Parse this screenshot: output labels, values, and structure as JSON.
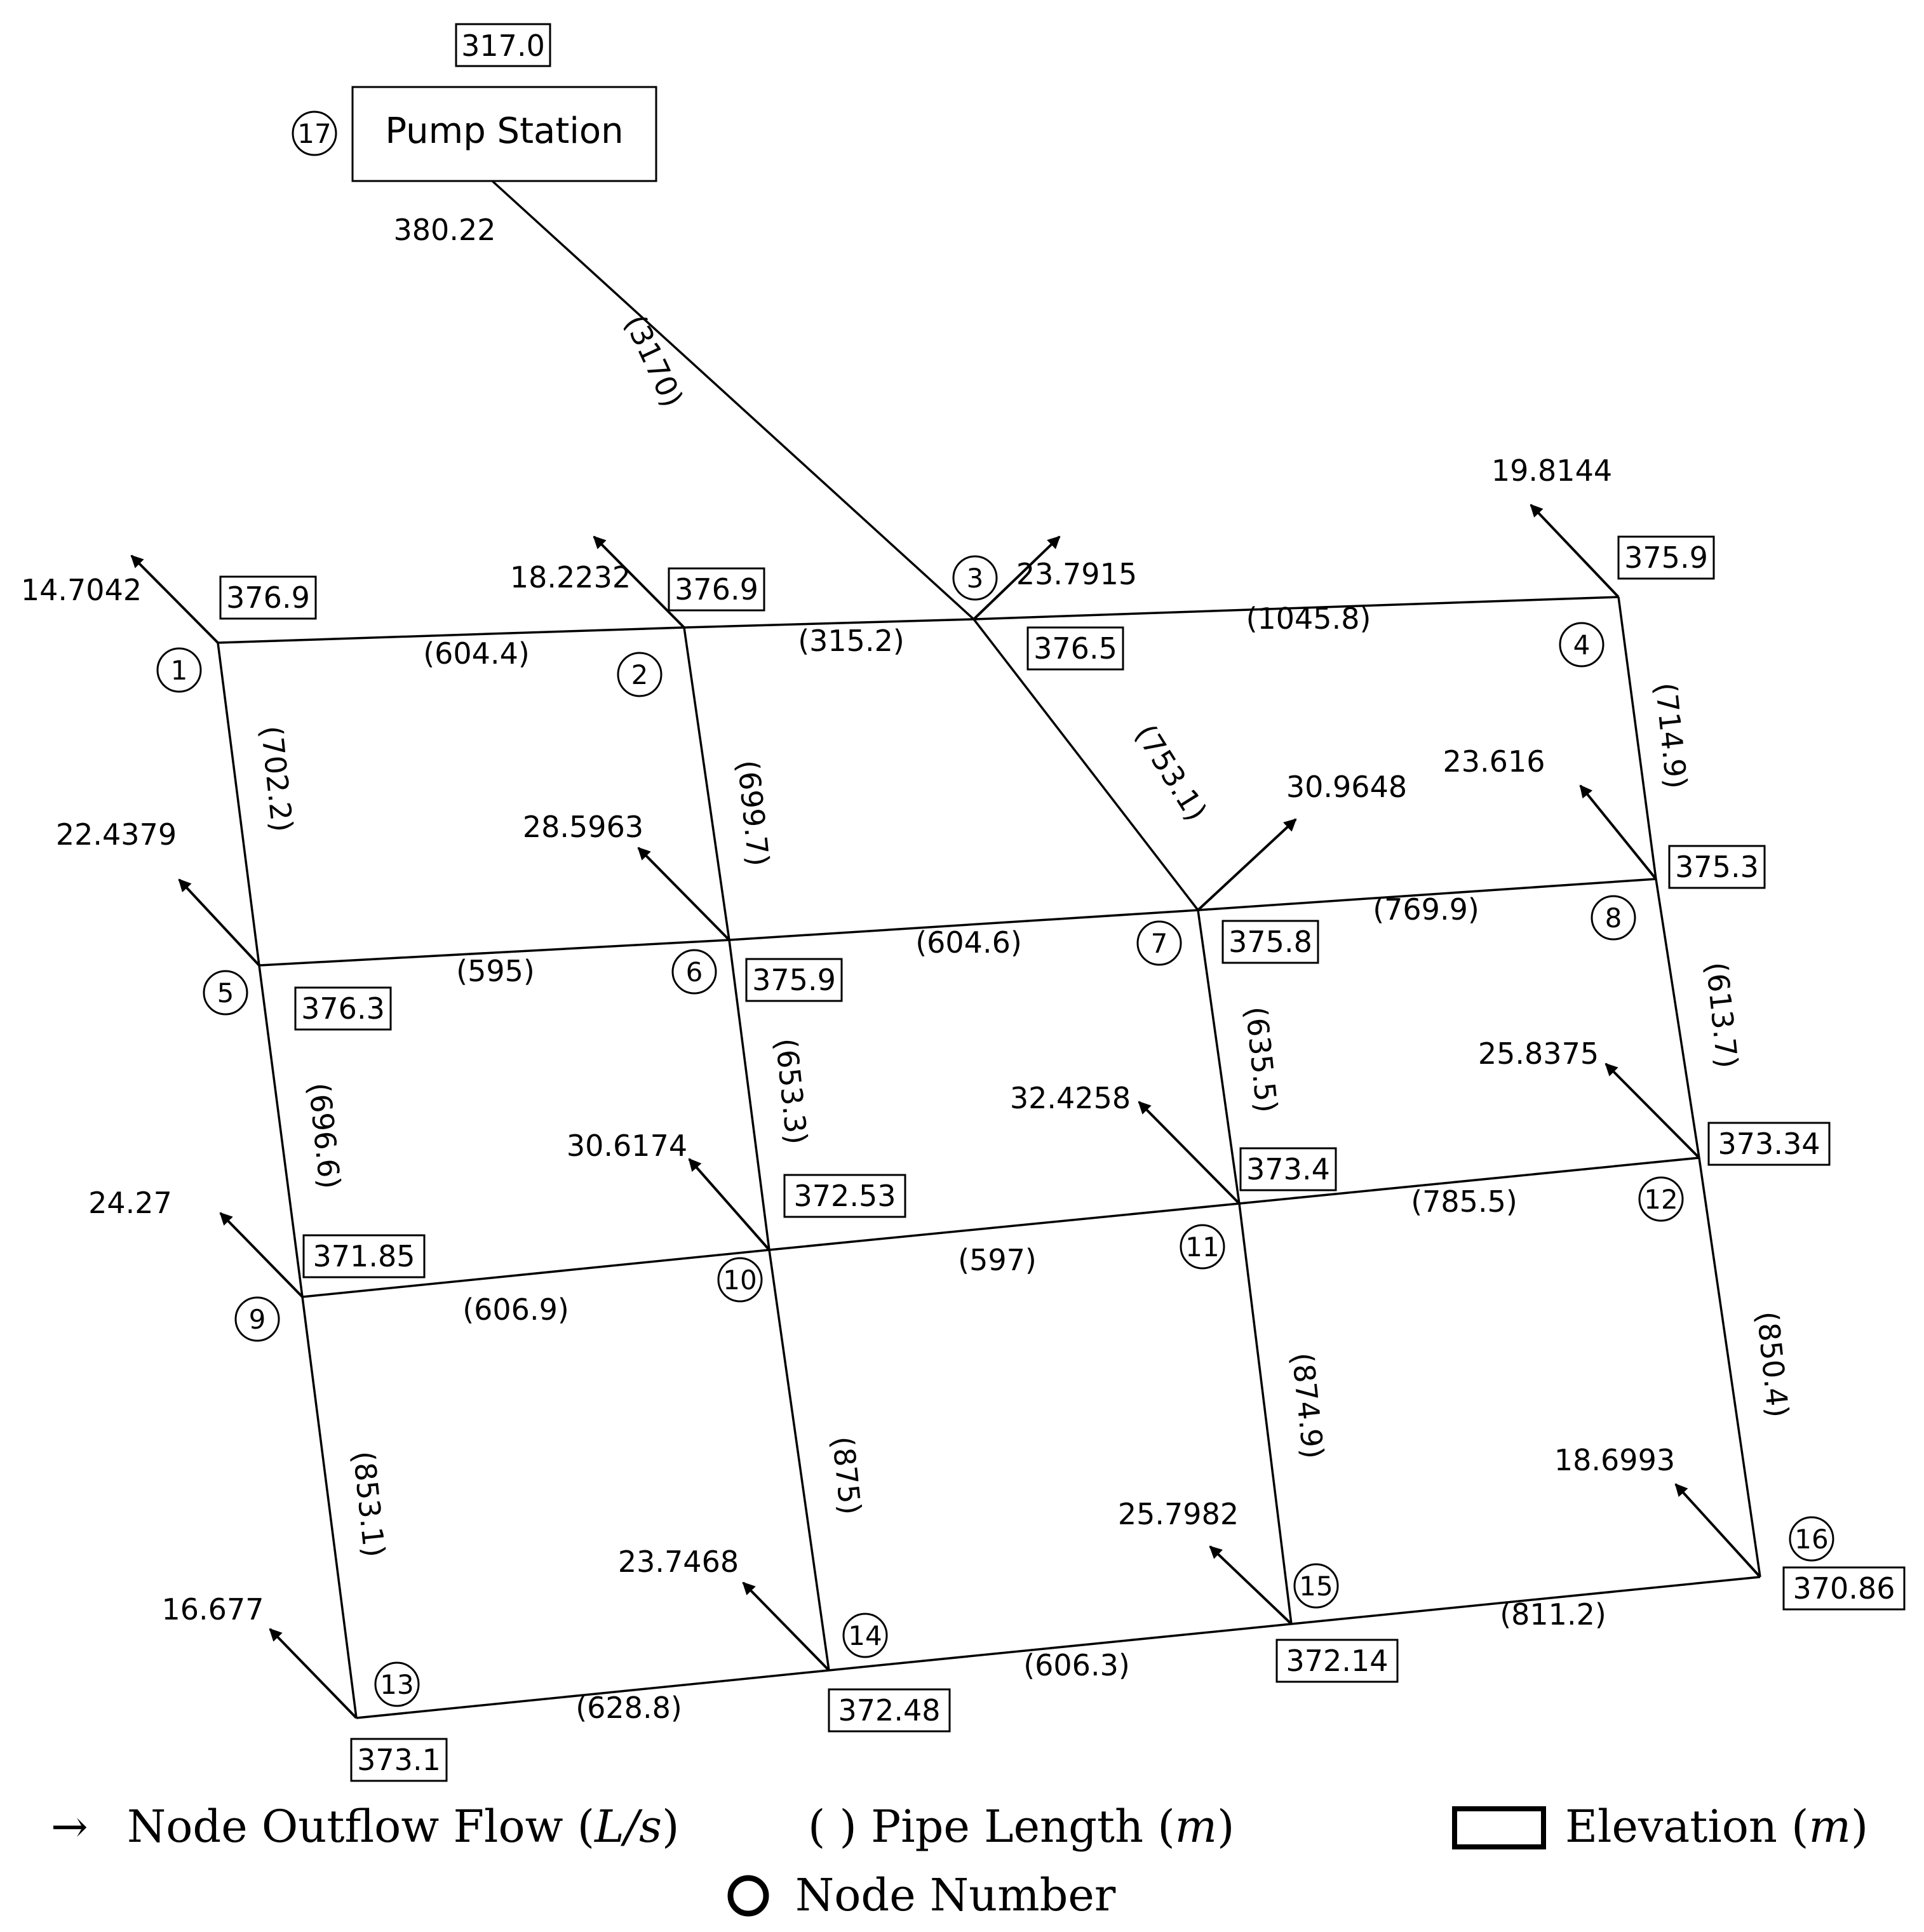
{
  "pump_station": {
    "label": "Pump Station",
    "node": "17",
    "elevation": "317.0",
    "head": "380.22"
  },
  "main_pipe_length": "(3170)",
  "nodes": [
    {
      "id": "1",
      "elevation": "376.9",
      "outflow": "14.7042"
    },
    {
      "id": "2",
      "elevation": "376.9",
      "outflow": "18.2232"
    },
    {
      "id": "3",
      "elevation": "376.5",
      "outflow": "23.7915"
    },
    {
      "id": "4",
      "elevation": "375.9",
      "outflow": "19.8144"
    },
    {
      "id": "5",
      "elevation": "376.3",
      "outflow": "22.4379"
    },
    {
      "id": "6",
      "elevation": "375.9",
      "outflow": "28.5963"
    },
    {
      "id": "7",
      "elevation": "375.8",
      "outflow": "30.9648"
    },
    {
      "id": "8",
      "elevation": "375.3",
      "outflow": "23.616"
    },
    {
      "id": "9",
      "elevation": "371.85",
      "outflow": "24.27"
    },
    {
      "id": "10",
      "elevation": "372.53",
      "outflow": "30.6174"
    },
    {
      "id": "11",
      "elevation": "373.4",
      "outflow": "32.4258"
    },
    {
      "id": "12",
      "elevation": "373.34",
      "outflow": "25.8375"
    },
    {
      "id": "13",
      "elevation": "373.1",
      "outflow": "16.677"
    },
    {
      "id": "14",
      "elevation": "372.48",
      "outflow": "23.7468"
    },
    {
      "id": "15",
      "elevation": "372.14",
      "outflow": "25.7982"
    },
    {
      "id": "16",
      "elevation": "370.86",
      "outflow": "18.6993"
    }
  ],
  "pipes": [
    {
      "from": "17",
      "to": "3",
      "length": "(3170)"
    },
    {
      "from": "1",
      "to": "2",
      "length": "(604.4)"
    },
    {
      "from": "2",
      "to": "3",
      "length": "(315.2)"
    },
    {
      "from": "3",
      "to": "4",
      "length": "(1045.8)"
    },
    {
      "from": "1",
      "to": "5",
      "length": "(702.2)"
    },
    {
      "from": "2",
      "to": "6",
      "length": "(699.7)"
    },
    {
      "from": "3",
      "to": "7",
      "length": "(753.1)"
    },
    {
      "from": "4",
      "to": "8",
      "length": "(714.9)"
    },
    {
      "from": "5",
      "to": "6",
      "length": "(595)"
    },
    {
      "from": "6",
      "to": "7",
      "length": "(604.6)"
    },
    {
      "from": "7",
      "to": "8",
      "length": "(769.9)"
    },
    {
      "from": "5",
      "to": "9",
      "length": "(696.6)"
    },
    {
      "from": "6",
      "to": "10",
      "length": "(653.3)"
    },
    {
      "from": "7",
      "to": "11",
      "length": "(635.5)"
    },
    {
      "from": "8",
      "to": "12",
      "length": "(613.7)"
    },
    {
      "from": "9",
      "to": "10",
      "length": "(606.9)"
    },
    {
      "from": "10",
      "to": "11",
      "length": "(597)"
    },
    {
      "from": "11",
      "to": "12",
      "length": "(785.5)"
    },
    {
      "from": "9",
      "to": "13",
      "length": "(853.1)"
    },
    {
      "from": "10",
      "to": "14",
      "length": "(875)"
    },
    {
      "from": "11",
      "to": "15",
      "length": "(874.9)"
    },
    {
      "from": "12",
      "to": "16",
      "length": "(850.4)"
    },
    {
      "from": "13",
      "to": "14",
      "length": "(628.8)"
    },
    {
      "from": "14",
      "to": "15",
      "length": "(606.3)"
    },
    {
      "from": "15",
      "to": "16",
      "length": "(811.2)"
    }
  ],
  "legend": {
    "arrow_symbol": "→",
    "outflow_text": "Node Outflow Flow (",
    "outflow_unit": "L/s",
    "length_text": "( ) Pipe Length (",
    "length_unit": "m",
    "elevation_text": "Elevation (",
    "elevation_unit": "m",
    "close_paren": ")",
    "node_text": "Node Number"
  }
}
